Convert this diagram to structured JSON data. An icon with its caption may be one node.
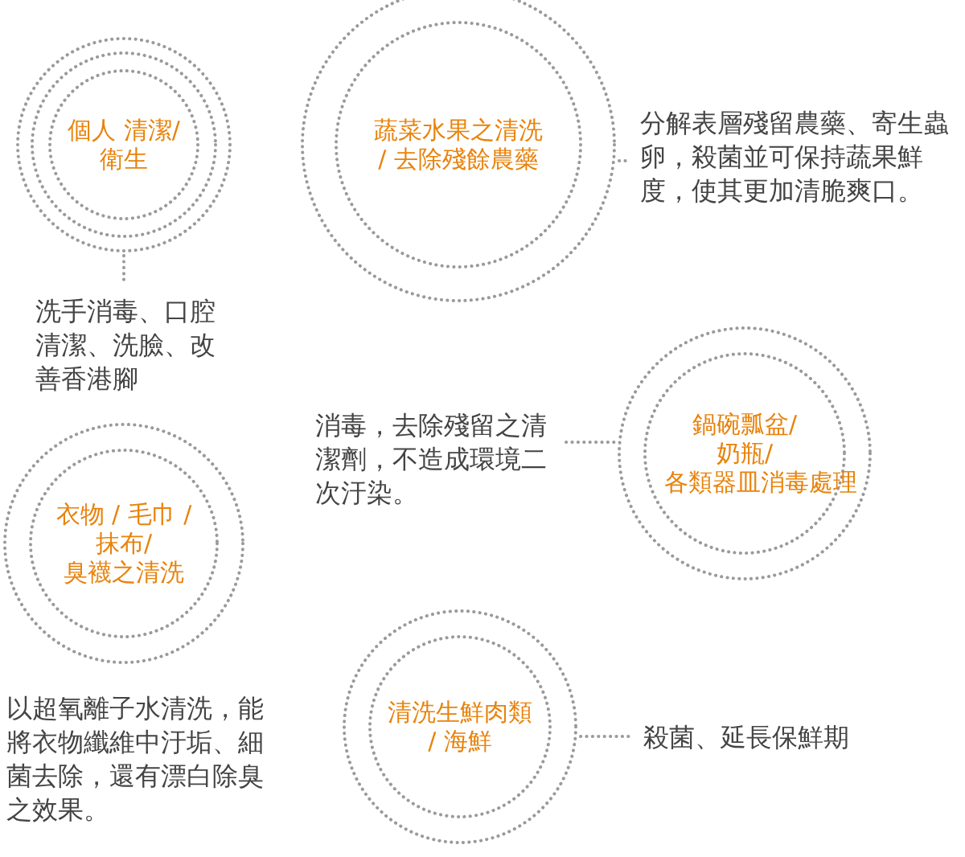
{
  "diagram": {
    "nodes": [
      {
        "text": [
          "個人 清潔/衛生"
        ]
      },
      {
        "text": [
          "洗手消毒、口腔清潔、洗臉、改善香港腳"
        ]
      },
      {
        "text": [
          "蔬菜水果之清洗 / 去除殘餘農藥"
        ]
      },
      {
        "text": [
          "分解表層殘留農藥、寄生蟲卵，殺菌並可保持蔬果鮮度，使其更加清脆爽口。"
        ]
      },
      {
        "text": [
          "消毒，去除殘留之清潔劑，不造成環境二次汙染。"
        ]
      },
      {
        "text": [
          "鍋碗瓢盆/奶瓶/各類器皿消毒處理"
        ]
      },
      {
        "text": [
          "衣物 / 毛巾 / 抹布/臭襪之清洗"
        ]
      },
      {
        "text": [
          "清洗生鮮肉類 / 海鮮"
        ]
      },
      {
        "text": [
          "殺菌、延長保鮮期"
        ]
      }
    ],
    "edges": [
      {
        "from": 0,
        "to": 1,
        "arrow": "none"
      },
      {
        "from": 2,
        "to": 3,
        "arrow": "none"
      },
      {
        "from": 4,
        "to": 5,
        "arrow": "none"
      },
      {
        "from": 7,
        "to": 8,
        "arrow": "none"
      }
    ],
    "labels": [
      "以超氧離子水清洗，能將衣物纖維中汙垢、細菌去除，還有漂白除臭之效果。"
    ]
  }
}
